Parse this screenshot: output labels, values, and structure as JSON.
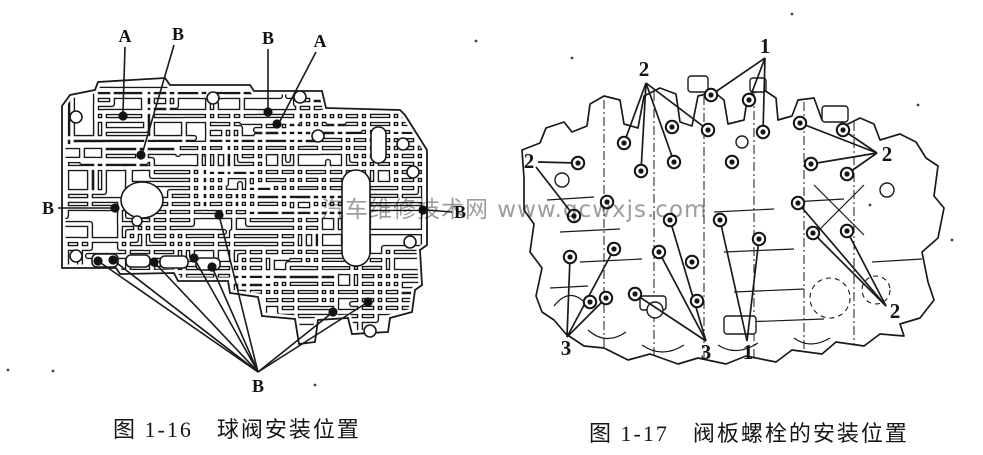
{
  "page": {
    "background": "#ffffff",
    "ink": "#1a1a1a"
  },
  "watermark": {
    "text": "汽车维修技术网 www.qcwxjs.com",
    "color": "#8f8f8f"
  },
  "figure_left": {
    "caption": "图 1-16　球阀安装位置",
    "label_a": "A",
    "label_b": "B"
  },
  "figure_right": {
    "caption": "图 1-17　阀板螺栓的安装位置",
    "label_1": "1",
    "label_2": "2",
    "label_3": "3"
  }
}
